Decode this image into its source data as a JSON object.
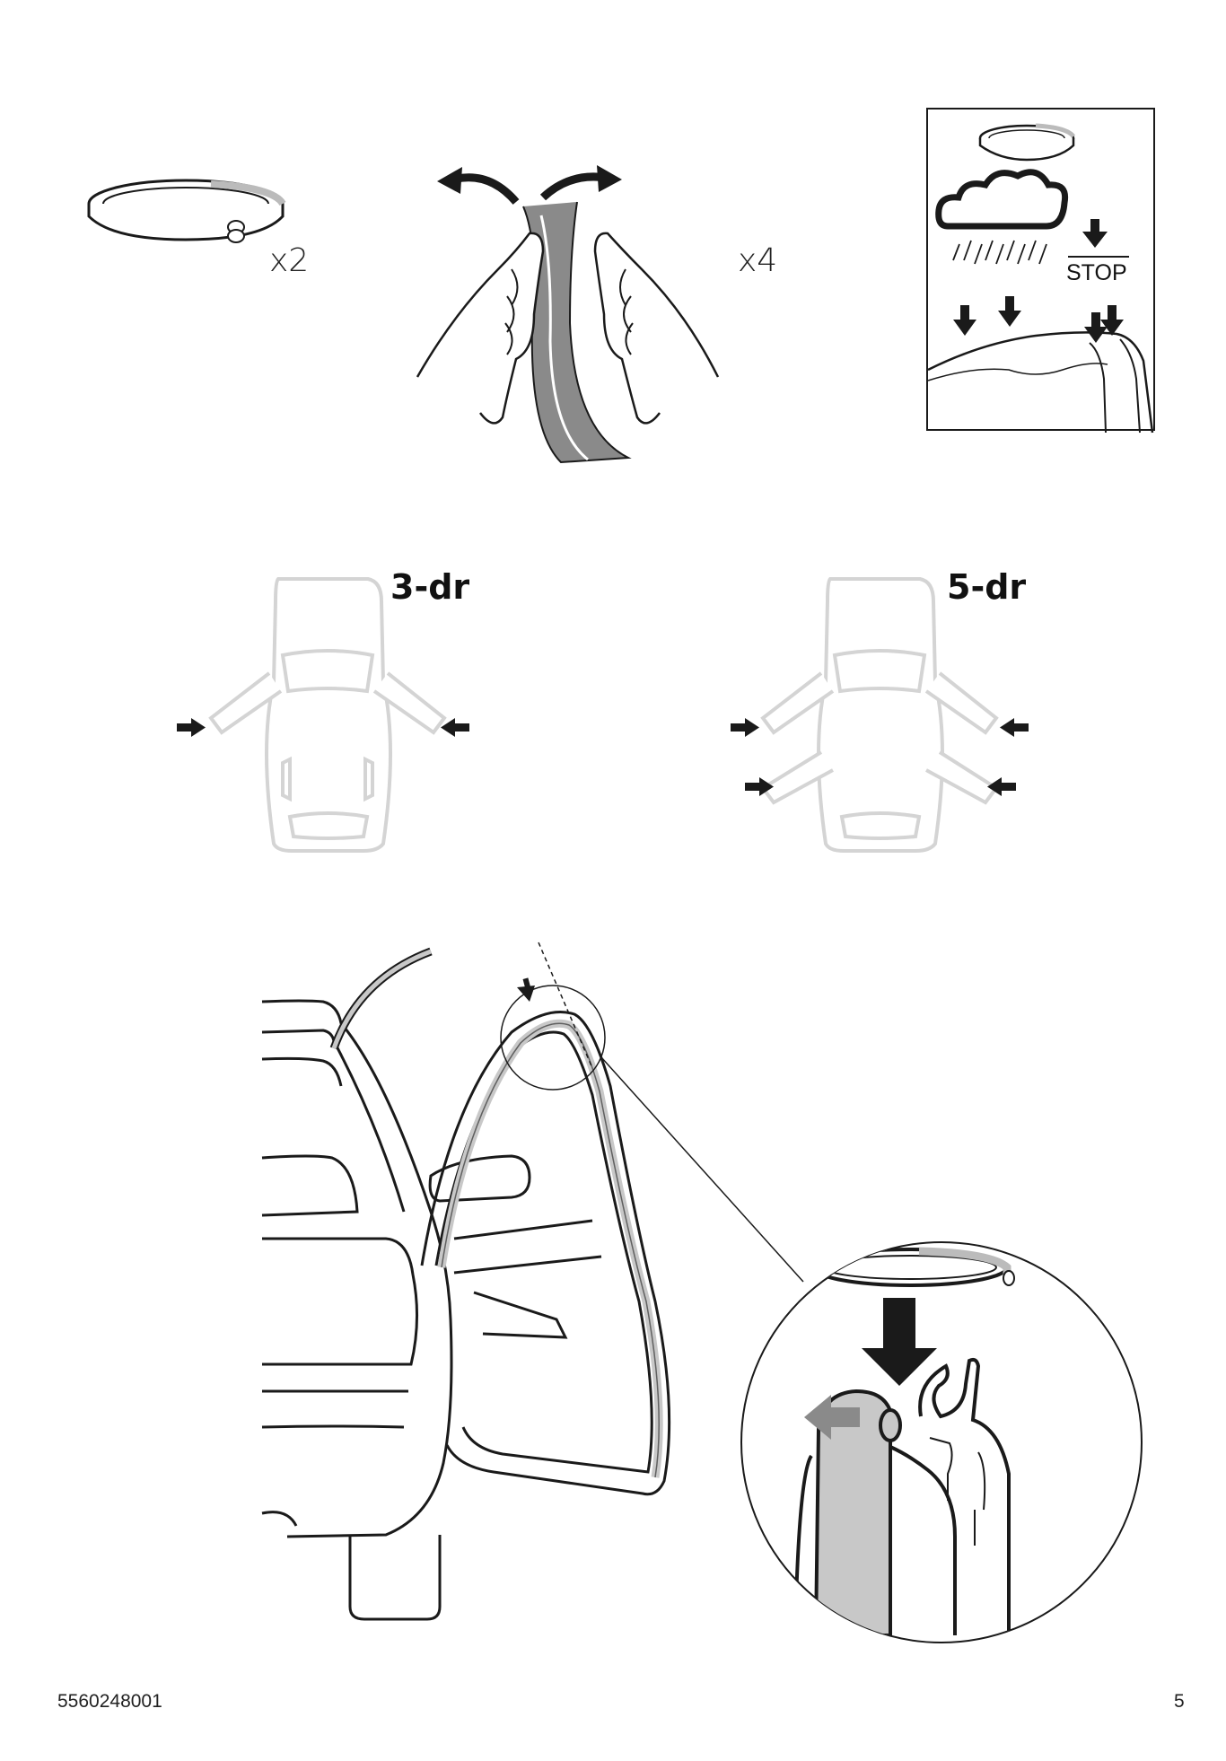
{
  "step1": {
    "tape_quantity": "x2",
    "peel_quantity": "x4"
  },
  "weather_box": {
    "stop_label": "STOP"
  },
  "door_variants": [
    {
      "label": "3-dr"
    },
    {
      "label": "5-dr"
    }
  ],
  "footer": {
    "document_number": "5560248001",
    "page_number": "5"
  },
  "colors": {
    "line": "#1a1a1a",
    "light_gray": "#c8c8c8",
    "mid_gray": "#8a8a8a",
    "ghost_car": "#d4d4d4"
  }
}
